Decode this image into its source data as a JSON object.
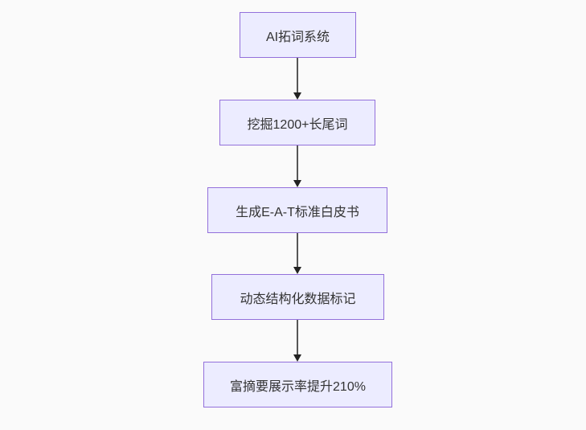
{
  "page": {
    "background_color": "#fafafa"
  },
  "flowchart": {
    "type": "flowchart",
    "direction": "top-down",
    "style": {
      "node_fill": "#ececff",
      "node_border": "#9370db",
      "node_text_color": "#333333",
      "arrow_line_color": "#565656",
      "arrowhead_color": "#222222"
    },
    "nodes": [
      {
        "label": "AI拓词系统"
      },
      {
        "label": "挖掘1200+长尾词"
      },
      {
        "label": "生成E-A-T标准白皮书"
      },
      {
        "label": "动态结构化数据标记"
      },
      {
        "label": "富摘要展示率提升210%"
      }
    ],
    "edges": [
      {
        "from": 0,
        "to": 1
      },
      {
        "from": 1,
        "to": 2
      },
      {
        "from": 2,
        "to": 3
      },
      {
        "from": 3,
        "to": 4
      }
    ]
  }
}
